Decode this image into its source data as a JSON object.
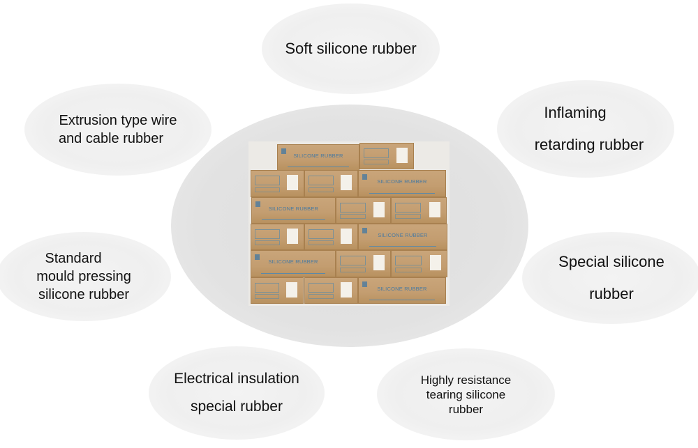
{
  "center": {
    "product_box_text": "SILICONE RUBBER"
  },
  "categories": [
    {
      "id": "soft",
      "lines": [
        "Soft silicone rubber"
      ]
    },
    {
      "id": "extrusion",
      "lines": [
        "Extrusion type wire",
        "and cable rubber"
      ]
    },
    {
      "id": "inflaming",
      "lines": [
        "Inflaming",
        "retarding rubber"
      ]
    },
    {
      "id": "standard",
      "lines": [
        "Standard",
        "mould pressing",
        "silicone rubber"
      ]
    },
    {
      "id": "special",
      "lines": [
        "Special silicone",
        "rubber"
      ]
    },
    {
      "id": "electrical",
      "lines": [
        "Electrical insulation",
        "special rubber"
      ]
    },
    {
      "id": "tearing",
      "lines": [
        "Highly resistance",
        "tearing silicone",
        "rubber"
      ]
    }
  ]
}
